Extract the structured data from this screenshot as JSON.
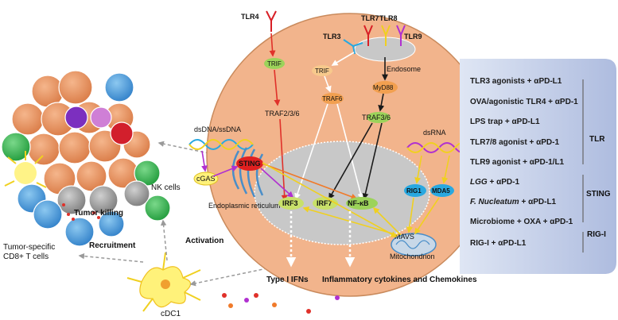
{
  "colors": {
    "cell_body": "#f2b48c",
    "cell_border": "#b06a3c",
    "nucleus": "#c8c8c8",
    "panel": "#c6d0e8",
    "trif_node": "#9cd35a",
    "red_arrow": "#e0312a",
    "black_arrow": "#1a1a1a",
    "white_arrow": "#ffffff",
    "yellow_arrow": "#f0d020",
    "purple_arrow": "#b030d0",
    "orange_arrow": "#f07a2a",
    "blue_node": "#29a8e0",
    "sting_node": "#e02020"
  },
  "receptors": {
    "tlr4": "TLR4",
    "tlr3": "TLR3",
    "tlr7": "TLR7",
    "tlr8": "TLR8",
    "tlr9": "TLR9",
    "endosome": "Endosome"
  },
  "nodes": {
    "trif_tlr4": "TRIF",
    "traf236": "TRAF2/3/6",
    "trif_tlr3": "TRIF",
    "traf6": "TRAF6",
    "myd88": "MyD88",
    "traf36": "TRAF3/6",
    "dsdna": "dsDNA/ssDNA",
    "cgas": "cGAS",
    "sting": "STING",
    "er": "Endoplasmic reticulum",
    "irf3": "IRF3",
    "irf7": "IRF7",
    "nfkb": "NF-κB",
    "dsrna": "dsRNA",
    "rig1": "RIG1",
    "mda5": "MDA5",
    "mavs": "MAVS",
    "mito": "Mitochondrion"
  },
  "outputs": {
    "ifn": "Type I IFNs",
    "cytokines": "Inflammatory cytokines and Chemokines"
  },
  "tumor": {
    "nk_cells": "NK cells",
    "tumor_killing": "Tumor killing",
    "cd8_line1": "Tumor-specific",
    "cd8_line2": "CD8+ T cells",
    "recruitment": "Recruitment",
    "activation": "Activation",
    "cdc1": "cDC1"
  },
  "panel": {
    "rows": [
      {
        "prefix": "",
        "italic": "",
        "text": "TLR3 agonists + αPD-L1"
      },
      {
        "prefix": "",
        "italic": "",
        "text": "OVA/agonistic TLR4 + αPD-1"
      },
      {
        "prefix": "",
        "italic": "",
        "text": "LPS trap + αPD-L1"
      },
      {
        "prefix": "",
        "italic": "",
        "text": "TLR7/8 agonist + αPD-1"
      },
      {
        "prefix": "",
        "italic": "",
        "text": "TLR9 agonist + αPD-1/L1"
      },
      {
        "prefix": "",
        "italic": "LGG",
        "text": " + αPD-1"
      },
      {
        "prefix": "",
        "italic": "F. Nucleatum",
        "text": " + αPD-L1"
      },
      {
        "prefix": "",
        "italic": "",
        "text": "Microbiome + OXA + αPD-1"
      },
      {
        "prefix": "",
        "italic": "",
        "text": "RIG-I + αPD-L1"
      }
    ],
    "groups": {
      "tlr": "TLR",
      "sting": "STING",
      "rigi": "RIG-I"
    }
  }
}
